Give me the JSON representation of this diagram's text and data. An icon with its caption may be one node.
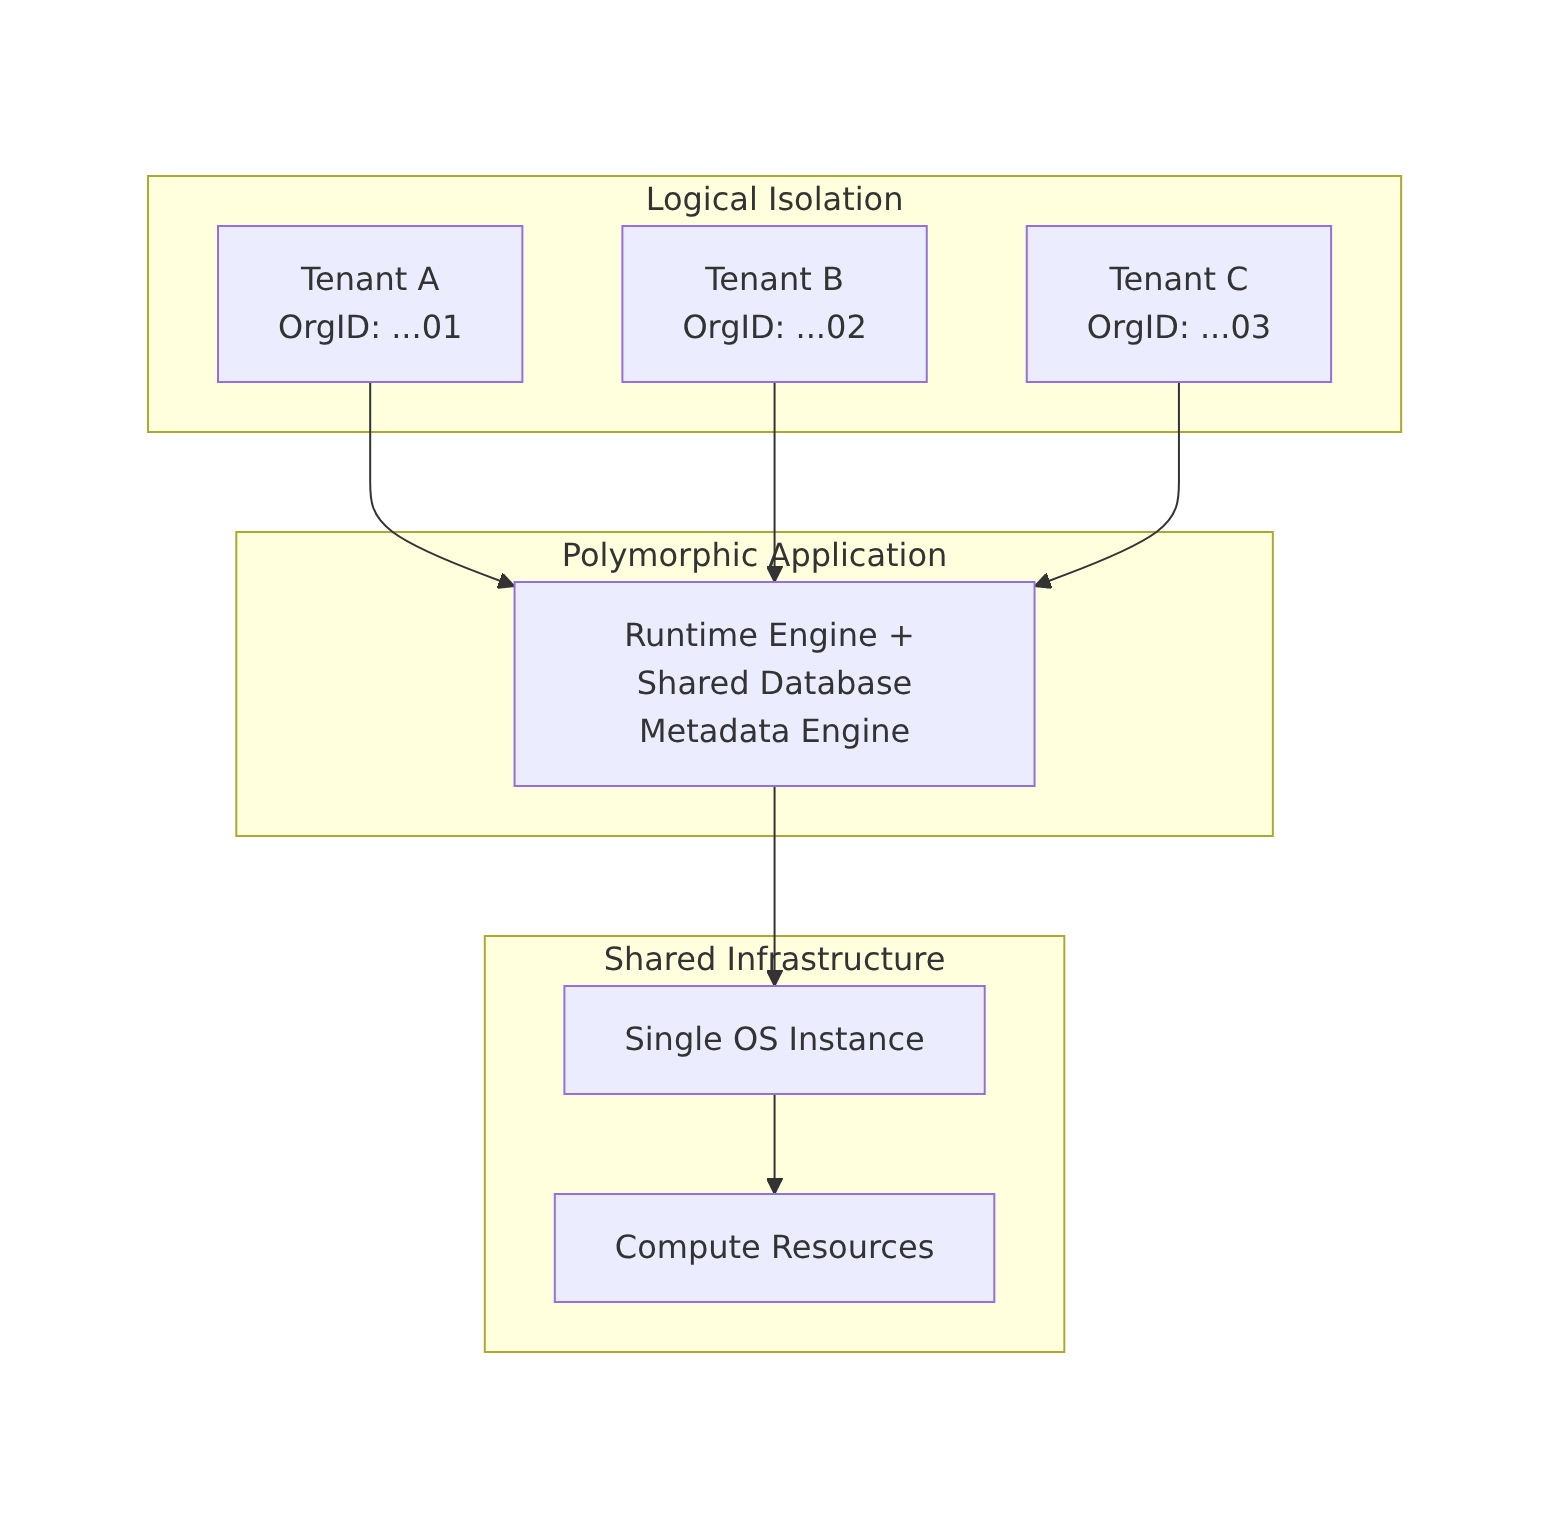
{
  "diagram": {
    "nodes": [
      {
        "text": [
          "Logical Isolation"
        ]
      },
      {
        "text": [
          "Tenant A",
          "OrgID: ...01"
        ],
        "in": 0
      },
      {
        "text": [
          "Tenant B",
          "OrgID: ...02"
        ],
        "in": 0
      },
      {
        "text": [
          "Tenant C",
          "OrgID: ...03"
        ],
        "in": 0
      },
      {
        "text": [
          "Polymorphic Application"
        ]
      },
      {
        "text": [
          "Runtime Engine + Shared Database",
          "Metadata Engine"
        ],
        "in": 4
      },
      {
        "text": [
          "Shared Infrastructure"
        ]
      },
      {
        "text": [
          "Single OS Instance"
        ],
        "in": 6
      },
      {
        "text": [
          "Compute Resources"
        ],
        "in": 6
      }
    ],
    "edges": [
      {
        "from": 1,
        "to": 5,
        "arrow": "to"
      },
      {
        "from": 2,
        "to": 5,
        "arrow": "to"
      },
      {
        "from": 3,
        "to": 5,
        "arrow": "to"
      },
      {
        "from": 5,
        "to": 7,
        "arrow": "to"
      },
      {
        "from": 7,
        "to": 8,
        "arrow": "to"
      }
    ]
  }
}
